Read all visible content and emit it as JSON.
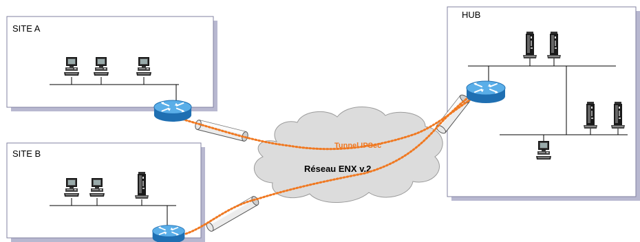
{
  "sites": {
    "site_a": {
      "label": "SITE A"
    },
    "site_b": {
      "label": "SITE B"
    },
    "hub": {
      "label": "HUB"
    }
  },
  "cloud": {
    "label": "Réseau ENX v.2"
  },
  "tunnel": {
    "label": "Tunnel IPSec"
  },
  "colors": {
    "tunnel_line": "#f07820",
    "router": "#3a8fd0",
    "cloud_fill": "#dcdcdc",
    "box_shadow": "#b8b8d0",
    "box_border": "#8080a0"
  },
  "icons": [
    "workstation-icon",
    "server-tower-icon",
    "router-icon",
    "cloud-icon",
    "tunnel-pipe-icon"
  ]
}
